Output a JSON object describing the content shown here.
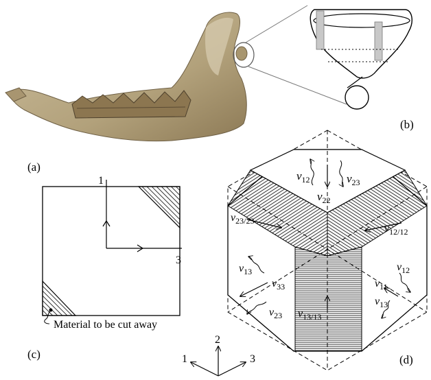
{
  "panels": {
    "a": "(a)",
    "b": "(b)",
    "c": "(c)",
    "d": "(d)"
  },
  "panel_c": {
    "axis_1": "1",
    "axis_3": "3",
    "note": "Material to be cut away"
  },
  "panel_d": {
    "top": {
      "v12": "v",
      "v12_sub": "12",
      "v23": "v",
      "v23_sub": "23",
      "v22": "v",
      "v22_sub": "22"
    },
    "face_left": {
      "v": "v",
      "sub": "23/23"
    },
    "face_right": {
      "v": "v",
      "sub": "12/12"
    },
    "face_bottom": {
      "v": "v",
      "sub": "13/13"
    },
    "left": {
      "v13": "v",
      "v13_sub": "13",
      "v33": "v",
      "v33_sub": "33",
      "v23": "v",
      "v23_sub": "23"
    },
    "right": {
      "v12": "v",
      "v12_sub": "12",
      "v11": "v",
      "v11_sub": "11",
      "v13": "v",
      "v13_sub": "13"
    }
  },
  "triad": {
    "axis_1": "1",
    "axis_2": "2",
    "axis_3": "3"
  },
  "colors": {
    "bone": "#b7a887",
    "bone_dark": "#6e5f44",
    "tooth": "#8c7650",
    "hatch_fill": "#c8c8c8"
  }
}
